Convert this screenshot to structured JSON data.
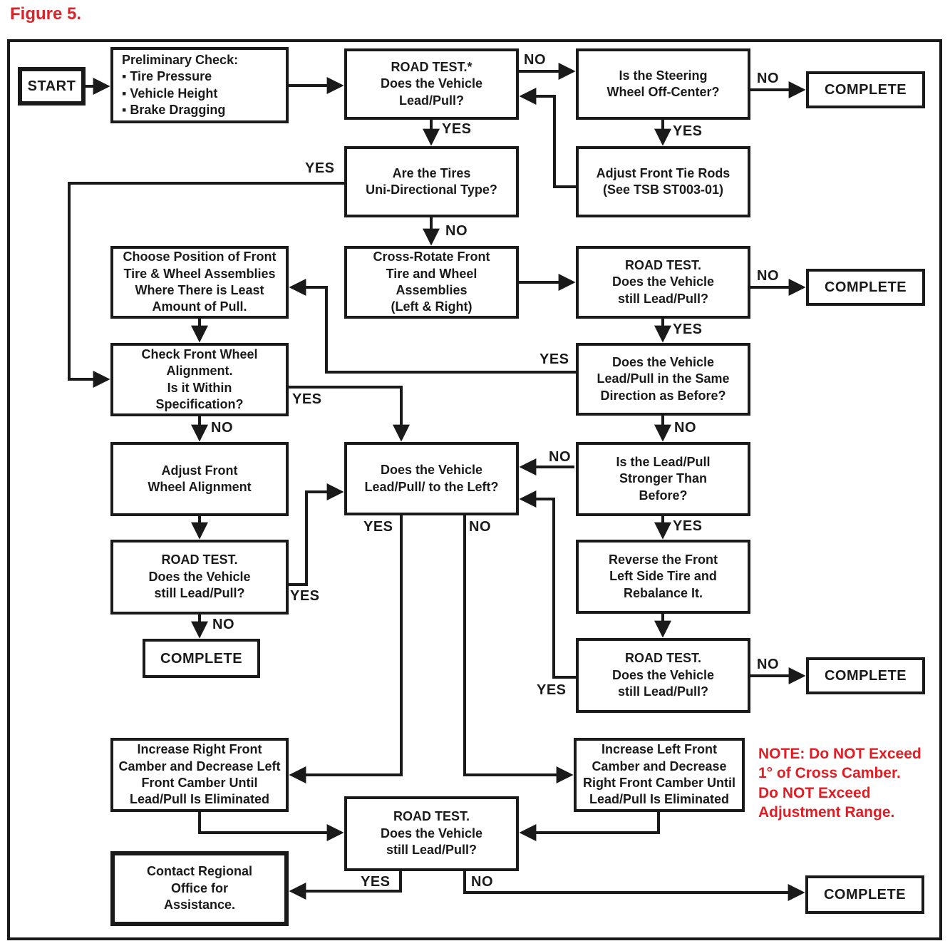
{
  "figure_label": "Figure 5.",
  "colors": {
    "line": "#1a1a1a",
    "figure_label_red": "#d6252b",
    "note_red": "#e11d23"
  },
  "flowchart": {
    "nodes": {
      "start": {
        "text": "START"
      },
      "preliminary": {
        "text": "Preliminary Check:\n▪ Tire Pressure\n▪ Vehicle Height\n▪ Brake Dragging"
      },
      "road_test1": {
        "text": "ROAD TEST.*\nDoes the Vehicle\nLead/Pull?"
      },
      "steering": {
        "text": "Is the Steering\nWheel Off-Center?"
      },
      "complete1": {
        "text": "COMPLETE"
      },
      "tires": {
        "text": "Are the Tires\nUni-Directional Type?"
      },
      "tie_rods": {
        "text": "Adjust Front Tie Rods\n(See TSB ST003-01)"
      },
      "choose_position": {
        "text": "Choose Position of Front\nTire & Wheel Assemblies\nWhere There is Least\nAmount of Pull."
      },
      "cross_rotate": {
        "text": "Cross-Rotate Front\nTire and Wheel\nAssemblies\n(Left & Right)"
      },
      "road_test2": {
        "text": "ROAD TEST.\nDoes the Vehicle\nstill Lead/Pull?"
      },
      "complete2": {
        "text": "COMPLETE"
      },
      "check_alignment": {
        "text": "Check Front Wheel\nAlignment.\nIs it Within\nSpecification?"
      },
      "same_direction": {
        "text": "Does the Vehicle\nLead/Pull in the Same\nDirection as Before?"
      },
      "adjust_alignment": {
        "text": "Adjust Front\nWheel Alignment"
      },
      "lead_left": {
        "text": "Does the Vehicle\nLead/Pull/ to the Left?"
      },
      "stronger": {
        "text": "Is the Lead/Pull\nStronger Than\nBefore?"
      },
      "road_test3": {
        "text": "ROAD TEST.\nDoes the Vehicle\nstill Lead/Pull?"
      },
      "complete3": {
        "text": "COMPLETE"
      },
      "reverse": {
        "text": "Reverse the Front\nLeft Side Tire and\nRebalance It."
      },
      "road_test4": {
        "text": "ROAD TEST.\nDoes the Vehicle\nstill Lead/Pull?"
      },
      "complete4": {
        "text": "COMPLETE"
      },
      "increase_right": {
        "text": "Increase Right Front\nCamber and Decrease Left\nFront Camber Until\nLead/Pull Is Eliminated"
      },
      "increase_left": {
        "text": "Increase Left Front\nCamber and Decrease\nRight Front Camber Until\nLead/Pull Is Eliminated"
      },
      "road_test5": {
        "text": "ROAD TEST.\nDoes the Vehicle\nstill Lead/Pull?"
      },
      "contact": {
        "text": "Contact Regional\nOffice for\nAssistance."
      },
      "complete5": {
        "text": "COMPLETE"
      }
    },
    "edge_labels": {
      "rt1_no": "NO",
      "rt1_yes": "YES",
      "steering_no": "NO",
      "steering_yes": "YES",
      "tires_yes": "YES",
      "tires_no": "NO",
      "rt2_no": "NO",
      "rt2_yes": "YES",
      "same_dir_yes": "YES",
      "same_dir_no": "NO",
      "check_yes": "YES",
      "check_no": "NO",
      "rt3_yes": "YES",
      "rt3_no": "NO",
      "stronger_no": "NO",
      "stronger_yes": "YES",
      "rt4_no": "NO",
      "rt4_yes": "YES",
      "lead_left_yes": "YES",
      "lead_left_no": "NO",
      "rt5_yes": "YES",
      "rt5_no": "NO"
    },
    "note": {
      "text": "NOTE: Do NOT Exceed\n1° of Cross Camber.\nDo NOT Exceed\nAdjustment Range."
    }
  }
}
